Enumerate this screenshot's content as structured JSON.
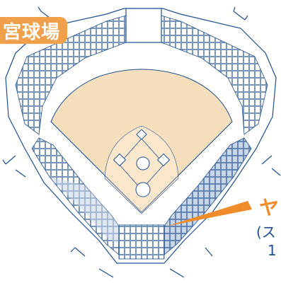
{
  "header": {
    "title": "宮球場"
  },
  "callout": {
    "title": "ヤ",
    "line1": "(ス",
    "line2": "1"
  },
  "field": {
    "plate_label": ""
  },
  "colors": {
    "field_fill": "#f6dfbd",
    "dirt_fill": "#fbe8cc",
    "stands_line": "#1e4f93",
    "highlight_fill": "#c8d6e8",
    "badge_fill": "#f0a04b",
    "callout_orange": "#f08c2a",
    "callout_blue": "#1e4f93"
  },
  "icons": [
    "seat-block",
    "light-tower-icon",
    "base-icon",
    "pitcher-mound-icon"
  ]
}
